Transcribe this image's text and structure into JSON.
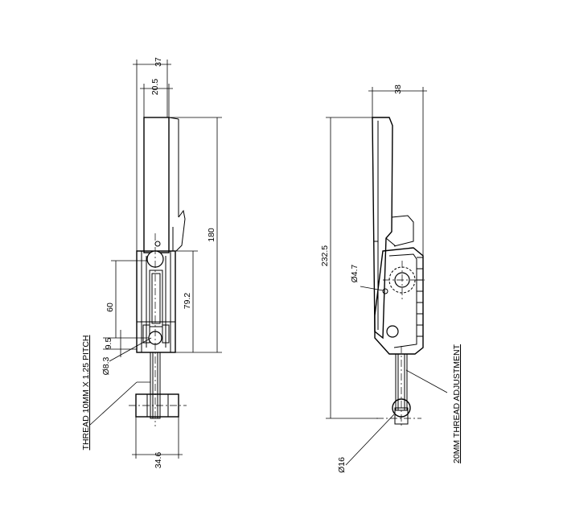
{
  "front_view": {
    "dim_width_top": "37",
    "dim_width_inner": "20.5",
    "dim_height": "180",
    "dim_pin_distance": "60",
    "dim_travel": "79.2",
    "dim_offset": "9.5",
    "dim_pin_diameter": "Ø8.3",
    "dim_base_width": "34.6",
    "thread_note": "THREAD 10MM X 1.25 PITCH"
  },
  "side_view": {
    "dim_width": "38",
    "dim_overall_height": "232.5",
    "dim_pivot_diameter": "Ø4.7",
    "dim_tip_diameter": "Ø16",
    "thread_note": "20MM THREAD ADJUSTMENT"
  }
}
